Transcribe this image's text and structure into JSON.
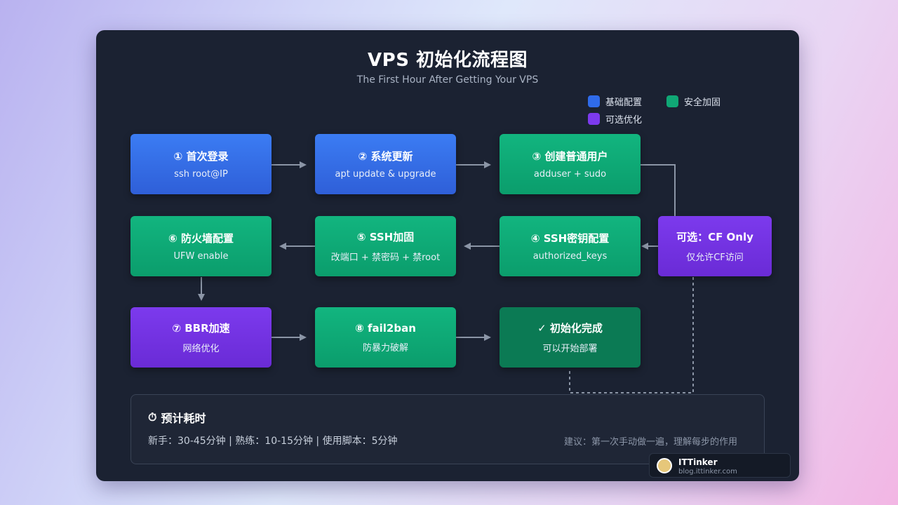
{
  "header": {
    "title": "VPS 初始化流程图",
    "subtitle": "The First Hour After Getting Your VPS"
  },
  "legend": [
    {
      "label": "基础配置",
      "color": "#2f6bea"
    },
    {
      "label": "安全加固",
      "color": "#10a775"
    },
    {
      "label": "可选优化",
      "color": "#7c3aed"
    }
  ],
  "nodes": [
    {
      "title": "① 首次登录",
      "sub": "ssh root@IP"
    },
    {
      "title": "② 系统更新",
      "sub": "apt update & upgrade"
    },
    {
      "title": "③ 创建普通用户",
      "sub": "adduser + sudo"
    },
    {
      "title": "④ SSH密钥配置",
      "sub": "authorized_keys"
    },
    {
      "title": "⑤ SSH加固",
      "sub": "改端口 + 禁密码 + 禁root"
    },
    {
      "title": "⑥ 防火墙配置",
      "sub": "UFW enable"
    },
    {
      "title": "⑦ BBR加速",
      "sub": "网络优化"
    },
    {
      "title": "⑧ fail2ban",
      "sub": "防暴力破解"
    },
    {
      "title": "✓ 初始化完成",
      "sub": "可以开始部署"
    },
    {
      "title": "可选：CF Only",
      "sub": "仅允许CF访问"
    }
  ],
  "time_box": {
    "title": "预计耗时",
    "text": "新手：30-45分钟 | 熟练：10-15分钟 | 使用脚本：5分钟",
    "hint": "建议：第一次手动做一遍，理解每步的作用"
  },
  "brand": {
    "name": "ITTinker",
    "url": "blog.ittinker.com"
  }
}
